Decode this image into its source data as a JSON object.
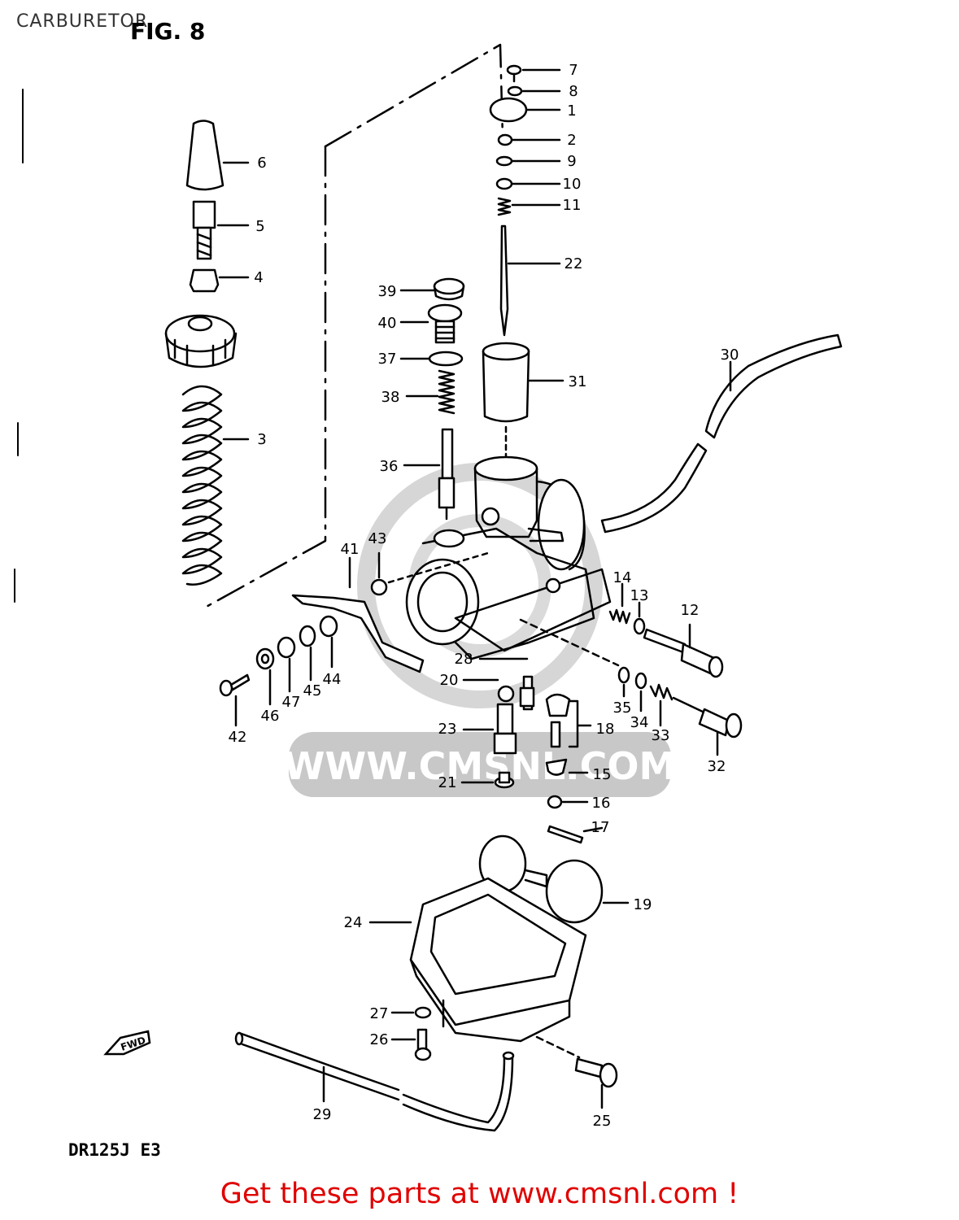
{
  "header": {
    "section_name": "CARBURETOR",
    "figure_label": "FIG. 8"
  },
  "footer": {
    "model_code": "DR125J  E3",
    "cta_text": "Get these parts at www.cmsnl.com !"
  },
  "watermark": {
    "text": "WWW.CMSNL.COM"
  },
  "direction_badge": {
    "text": "FWD"
  },
  "colors": {
    "cta": "#e00000",
    "line": "#000000",
    "watermark": "#c8c8c8"
  },
  "parts": [
    {
      "id": "7",
      "label": "7"
    },
    {
      "id": "8",
      "label": "8"
    },
    {
      "id": "1",
      "label": "1"
    },
    {
      "id": "2",
      "label": "2"
    },
    {
      "id": "9",
      "label": "9"
    },
    {
      "id": "10",
      "label": "10"
    },
    {
      "id": "11",
      "label": "11"
    },
    {
      "id": "22",
      "label": "22"
    },
    {
      "id": "6",
      "label": "6"
    },
    {
      "id": "5",
      "label": "5"
    },
    {
      "id": "4",
      "label": "4"
    },
    {
      "id": "3",
      "label": "3"
    },
    {
      "id": "39",
      "label": "39"
    },
    {
      "id": "40",
      "label": "40"
    },
    {
      "id": "37",
      "label": "37"
    },
    {
      "id": "38",
      "label": "38"
    },
    {
      "id": "36",
      "label": "36"
    },
    {
      "id": "30",
      "label": "30"
    },
    {
      "id": "31",
      "label": "31"
    },
    {
      "id": "41",
      "label": "41"
    },
    {
      "id": "43",
      "label": "43"
    },
    {
      "id": "14",
      "label": "14"
    },
    {
      "id": "13",
      "label": "13"
    },
    {
      "id": "12",
      "label": "12"
    },
    {
      "id": "28",
      "label": "28"
    },
    {
      "id": "20",
      "label": "20"
    },
    {
      "id": "46",
      "label": "46"
    },
    {
      "id": "47",
      "label": "47"
    },
    {
      "id": "45",
      "label": "45"
    },
    {
      "id": "44",
      "label": "44"
    },
    {
      "id": "42",
      "label": "42"
    },
    {
      "id": "35",
      "label": "35"
    },
    {
      "id": "34",
      "label": "34"
    },
    {
      "id": "33",
      "label": "33"
    },
    {
      "id": "32",
      "label": "32"
    },
    {
      "id": "18",
      "label": "18"
    },
    {
      "id": "23",
      "label": "23"
    },
    {
      "id": "15",
      "label": "15"
    },
    {
      "id": "21",
      "label": "21"
    },
    {
      "id": "16",
      "label": "16"
    },
    {
      "id": "17",
      "label": "17"
    },
    {
      "id": "19",
      "label": "19"
    },
    {
      "id": "24",
      "label": "24"
    },
    {
      "id": "27",
      "label": "27"
    },
    {
      "id": "26",
      "label": "26"
    },
    {
      "id": "29",
      "label": "29"
    },
    {
      "id": "25",
      "label": "25"
    }
  ]
}
